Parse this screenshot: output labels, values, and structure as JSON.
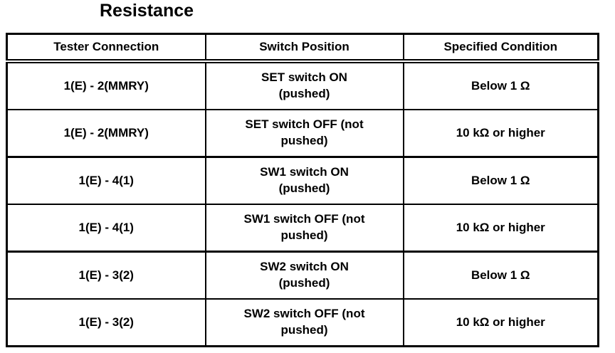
{
  "title": "Resistance",
  "colors": {
    "text": "#000000",
    "border": "#000000",
    "background": "#ffffff"
  },
  "table": {
    "columns": [
      "Tester Connection",
      "Switch Position",
      "Specified Condition"
    ],
    "rows": [
      {
        "tester_connection": "1(E) - 2(MMRY)",
        "switch_position": "SET switch ON\n(pushed)",
        "specified_condition": "Below 1 Ω"
      },
      {
        "tester_connection": "1(E) - 2(MMRY)",
        "switch_position": "SET switch OFF (not\npushed)",
        "specified_condition": "10 kΩ or higher"
      },
      {
        "tester_connection": "1(E) - 4(1)",
        "switch_position": "SW1 switch ON\n(pushed)",
        "specified_condition": "Below 1 Ω"
      },
      {
        "tester_connection": "1(E) - 4(1)",
        "switch_position": "SW1 switch OFF (not\npushed)",
        "specified_condition": "10 kΩ or higher"
      },
      {
        "tester_connection": "1(E) - 3(2)",
        "switch_position": "SW2 switch ON\n(pushed)",
        "specified_condition": "Below 1 Ω"
      },
      {
        "tester_connection": "1(E) - 3(2)",
        "switch_position": "SW2 switch OFF (not\npushed)",
        "specified_condition": "10 kΩ or higher"
      }
    ]
  }
}
